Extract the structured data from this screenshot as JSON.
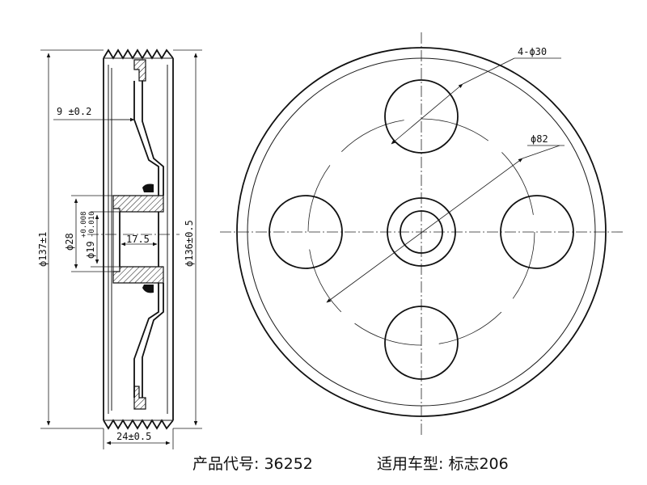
{
  "section_view": {
    "dim_outer_diameter": "ϕ137±1",
    "dim_groove_diameter": "ϕ136±0.5",
    "dim_bore": "ϕ19",
    "dim_bore_tol_upper": "+0.008",
    "dim_bore_tol_lower": "-0.010",
    "dim_hub": "ϕ28",
    "dim_hub_length": "17.5",
    "dim_web_offset": "9 ±0.2",
    "dim_width": "24±0.5"
  },
  "front_view": {
    "dim_holes": "4-ϕ30",
    "dim_hole_circle": "ϕ82"
  },
  "caption": {
    "product_code": "产品代号: 36252",
    "vehicle_model": "适用车型: 标志206"
  }
}
